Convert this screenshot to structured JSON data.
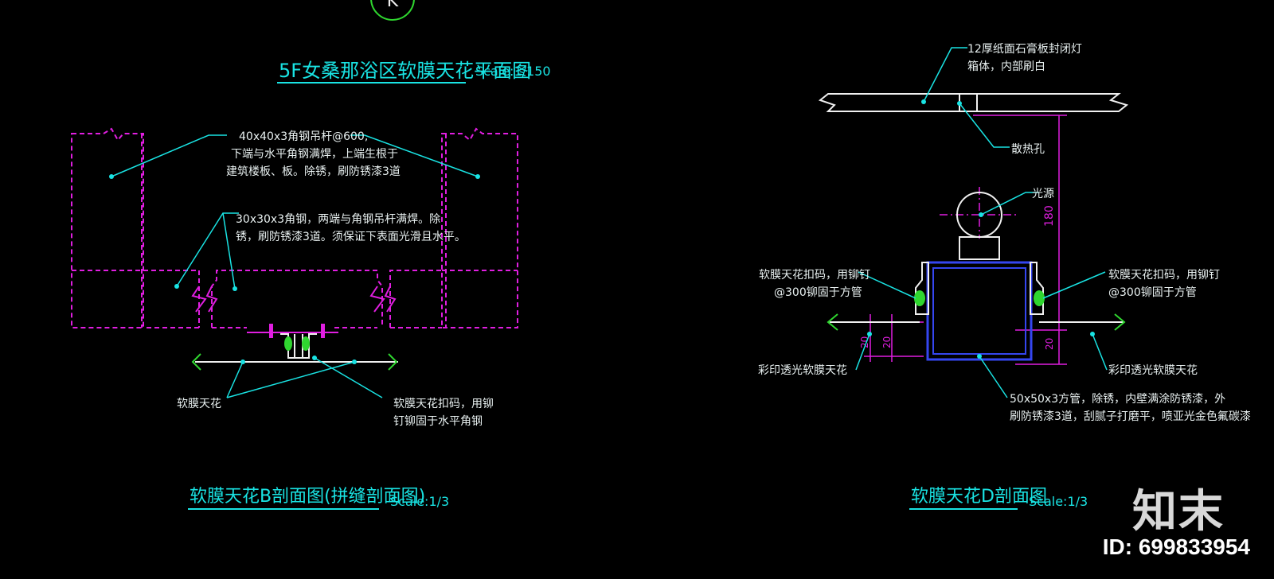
{
  "marker": {
    "label": "K"
  },
  "left_top": {
    "title": "5F女桑那浴区软膜天花平面图",
    "scale": "Scale:1/150",
    "note1": [
      "40x40x3角钢吊杆@600,",
      "下端与水平角钢满焊，上端生根于",
      "建筑楼板、板。除锈，刷防锈漆3道"
    ],
    "note2": [
      "30x30x3角钢，两端与角钢吊杆满焊。除",
      "锈，刷防锈漆3道。须保证下表面光滑且水平。"
    ],
    "note3": "软膜天花",
    "note4": [
      "软膜天花扣码，用铆",
      "钉铆固于水平角钢"
    ]
  },
  "left_bottom": {
    "title": "软膜天花B剖面图(拼缝剖面图)",
    "scale": "Scale:1/3"
  },
  "right": {
    "note_top": [
      "12厚纸面石膏板封闭灯",
      "箱体，内部刷白"
    ],
    "note_hole": "散热孔",
    "note_light": "光源",
    "dim_180": "180",
    "dim_20a": "20",
    "dim_20b": "20",
    "dim_20c": "20",
    "note_left": [
      "软膜天花扣码，用铆钉",
      "@300铆固于方管"
    ],
    "note_right": [
      "软膜天花扣码，用铆钉",
      "@300铆固于方管"
    ],
    "note_left_bottom": "彩印透光软膜天花",
    "note_right_bottom": "彩印透光软膜天花",
    "note_tube": [
      "50x50x3方管，除锈，内壁满涂防锈漆，外",
      "刷防锈漆3道，刮腻子打磨平，喷亚光金色氟碳漆"
    ],
    "title": "软膜天花D剖面图",
    "scale": "Scale:1/3"
  },
  "watermark": {
    "logo": "知末",
    "id": "ID: 699833954"
  },
  "colors": {
    "cyan": "#19e3e3",
    "magenta": "#e01ee0",
    "white": "#f0f0f0",
    "green": "#2fd62f",
    "blue": "#3546f0",
    "background": "#000000"
  }
}
